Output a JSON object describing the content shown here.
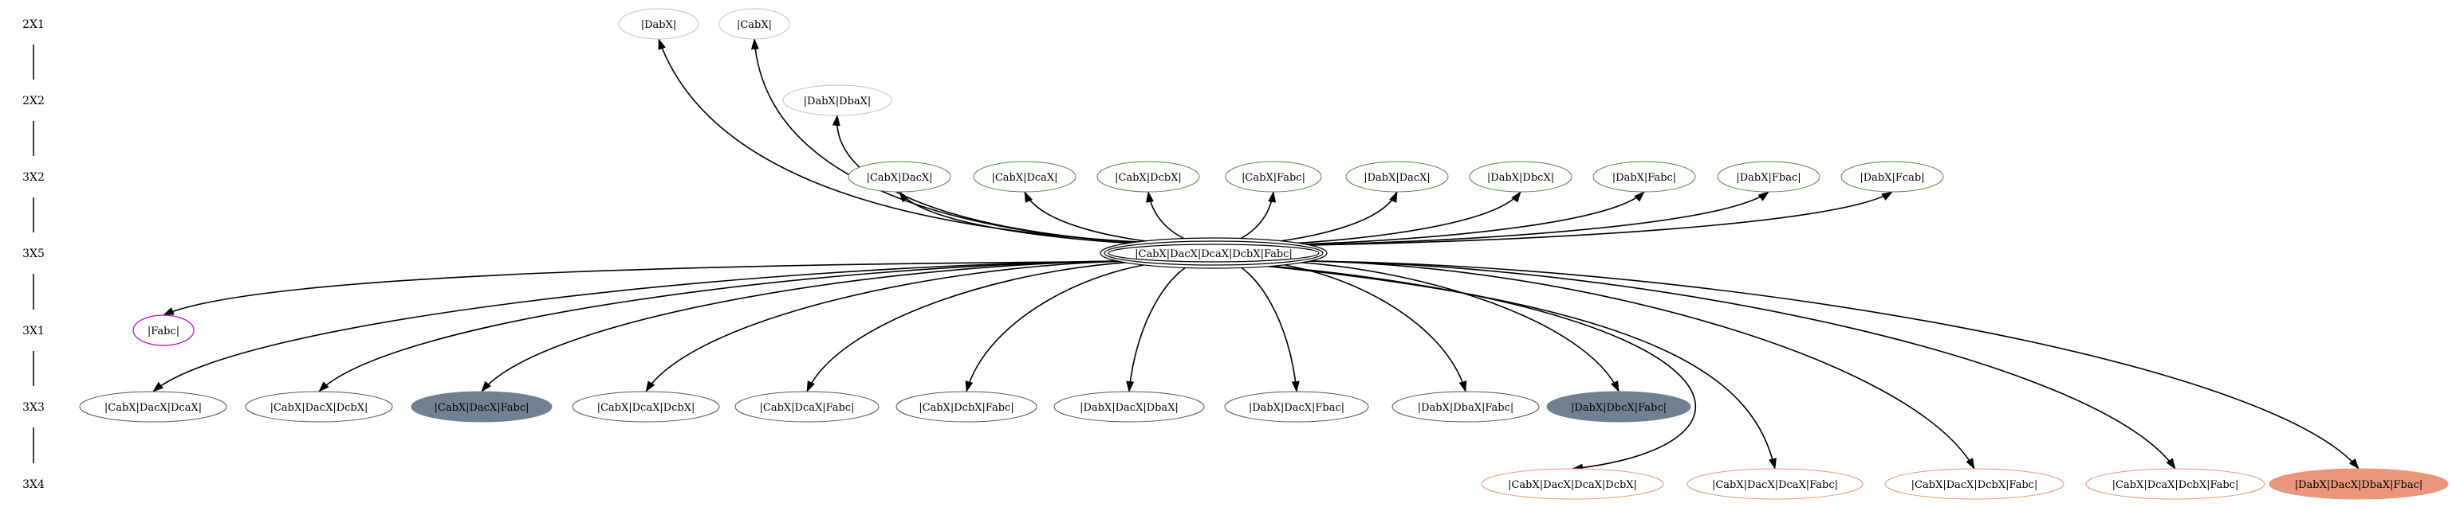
{
  "ranks": [
    {
      "id": "r0",
      "label": "2X1"
    },
    {
      "id": "r1",
      "label": "2X2"
    },
    {
      "id": "r2",
      "label": "3X2"
    },
    {
      "id": "r3",
      "label": "3X5"
    },
    {
      "id": "r4",
      "label": "3X1"
    },
    {
      "id": "r5",
      "label": "3X3"
    },
    {
      "id": "r6",
      "label": "3X4"
    }
  ],
  "colors": {
    "edge": "#000000",
    "grey_outline": "#c0c0c0",
    "green_outline": "#4a8a3a",
    "magenta_outline": "#cc00cc",
    "dark_outline": "#555555",
    "salmon_outline": "#e9967a",
    "slate_fill": "#708090",
    "salmon_fill": "#e9967a"
  },
  "nodes": [
    {
      "id": "n_dabx",
      "label": "|DabX|",
      "style": "grey"
    },
    {
      "id": "n_cabx",
      "label": "|CabX|",
      "style": "grey"
    },
    {
      "id": "n_dabxdbax",
      "label": "|DabX|DbaX|",
      "style": "grey"
    },
    {
      "id": "n_cabxdacx",
      "label": "|CabX|DacX|",
      "style": "green"
    },
    {
      "id": "n_cabxdcax",
      "label": "|CabX|DcaX|",
      "style": "green"
    },
    {
      "id": "n_cabxdcbx",
      "label": "|CabX|DcbX|",
      "style": "green"
    },
    {
      "id": "n_cabxfabc",
      "label": "|CabX|Fabc|",
      "style": "green"
    },
    {
      "id": "n_dabxdacx",
      "label": "|DabX|DacX|",
      "style": "green"
    },
    {
      "id": "n_dabxdbcx",
      "label": "|DabX|DbcX|",
      "style": "green"
    },
    {
      "id": "n_dabxfabc",
      "label": "|DabX|Fabc|",
      "style": "green"
    },
    {
      "id": "n_dabxfbac",
      "label": "|DabX|Fbac|",
      "style": "green"
    },
    {
      "id": "n_dabxfcab",
      "label": "|DabX|Fcab|",
      "style": "green"
    },
    {
      "id": "n_center",
      "label": "|CabX|DacX|DcaX|DcbX|Fabc|",
      "style": "center"
    },
    {
      "id": "n_fabc",
      "label": "|Fabc|",
      "style": "magenta"
    },
    {
      "id": "n_r5_1",
      "label": "|CabX|DacX|DcaX|",
      "style": "dark"
    },
    {
      "id": "n_r5_2",
      "label": "|CabX|DacX|DcbX|",
      "style": "dark"
    },
    {
      "id": "n_r5_3",
      "label": "|CabX|DacX|Fabc|",
      "style": "slate"
    },
    {
      "id": "n_r5_4",
      "label": "|CabX|DcaX|DcbX|",
      "style": "dark"
    },
    {
      "id": "n_r5_5",
      "label": "|CabX|DcaX|Fabc|",
      "style": "dark"
    },
    {
      "id": "n_r5_6",
      "label": "|CabX|DcbX|Fabc|",
      "style": "dark"
    },
    {
      "id": "n_r5_7",
      "label": "|DabX|DacX|DbaX|",
      "style": "dark"
    },
    {
      "id": "n_r5_8",
      "label": "|DabX|DacX|Fbac|",
      "style": "dark"
    },
    {
      "id": "n_r5_9",
      "label": "|DabX|DbaX|Fabc|",
      "style": "dark"
    },
    {
      "id": "n_r5_10",
      "label": "|DabX|DbcX|Fabc|",
      "style": "slate"
    },
    {
      "id": "n_r6_1",
      "label": "|CabX|DacX|DcaX|DcbX|",
      "style": "salmon"
    },
    {
      "id": "n_r6_2",
      "label": "|CabX|DacX|DcaX|Fabc|",
      "style": "salmon"
    },
    {
      "id": "n_r6_3",
      "label": "|CabX|DacX|DcbX|Fabc|",
      "style": "salmon"
    },
    {
      "id": "n_r6_4",
      "label": "|CabX|DcaX|DcbX|Fabc|",
      "style": "salmon"
    },
    {
      "id": "n_r6_5",
      "label": "|DabX|DacX|DbaX|Fbac|",
      "style": "salmon_filled"
    }
  ],
  "edges": [
    {
      "from": "n_center",
      "to": "n_dabx"
    },
    {
      "from": "n_center",
      "to": "n_cabx"
    },
    {
      "from": "n_center",
      "to": "n_dabxdbax"
    },
    {
      "from": "n_center",
      "to": "n_cabxdacx"
    },
    {
      "from": "n_center",
      "to": "n_cabxdcax"
    },
    {
      "from": "n_center",
      "to": "n_cabxdcbx"
    },
    {
      "from": "n_center",
      "to": "n_cabxfabc"
    },
    {
      "from": "n_center",
      "to": "n_dabxdacx"
    },
    {
      "from": "n_center",
      "to": "n_dabxdbcx"
    },
    {
      "from": "n_center",
      "to": "n_dabxfabc"
    },
    {
      "from": "n_center",
      "to": "n_dabxfbac"
    },
    {
      "from": "n_center",
      "to": "n_dabxfcab"
    },
    {
      "from": "n_center",
      "to": "n_fabc"
    },
    {
      "from": "n_center",
      "to": "n_r5_1"
    },
    {
      "from": "n_center",
      "to": "n_r5_2"
    },
    {
      "from": "n_center",
      "to": "n_r5_3"
    },
    {
      "from": "n_center",
      "to": "n_r5_4"
    },
    {
      "from": "n_center",
      "to": "n_r5_5"
    },
    {
      "from": "n_center",
      "to": "n_r5_6"
    },
    {
      "from": "n_center",
      "to": "n_r5_7"
    },
    {
      "from": "n_center",
      "to": "n_r5_8"
    },
    {
      "from": "n_center",
      "to": "n_r5_9"
    },
    {
      "from": "n_center",
      "to": "n_r5_10"
    },
    {
      "from": "n_center",
      "to": "n_r6_1"
    },
    {
      "from": "n_center",
      "to": "n_r6_2"
    },
    {
      "from": "n_center",
      "to": "n_r6_3"
    },
    {
      "from": "n_center",
      "to": "n_r6_4"
    },
    {
      "from": "n_center",
      "to": "n_r6_5"
    }
  ]
}
